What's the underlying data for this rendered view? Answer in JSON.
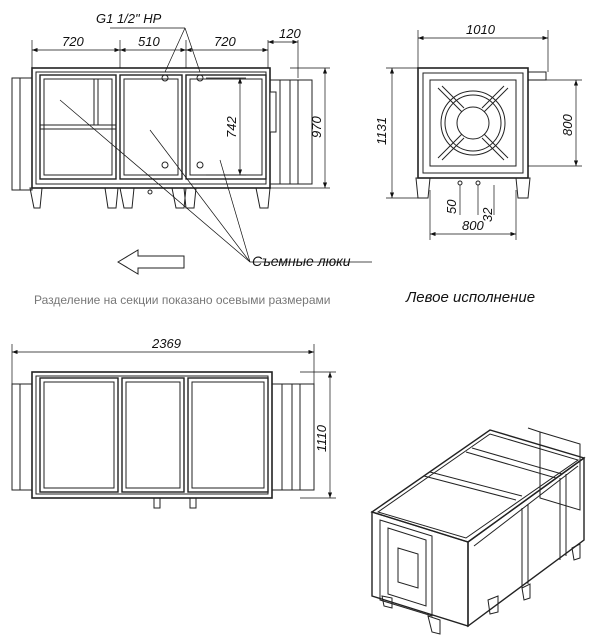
{
  "front_view": {
    "dims": {
      "w1": "720",
      "w2": "510",
      "w3": "720",
      "w4": "120",
      "h_total": "970",
      "h_inner": "742"
    },
    "pipe_label": "G1 1/2\" НР",
    "hatch_label": "Съемные люки"
  },
  "side_view": {
    "dims": {
      "width": "1010",
      "height": "1131",
      "inner": "800",
      "bottom": "800",
      "offset": "50",
      "dia": "32"
    }
  },
  "top_view": {
    "dims": {
      "length": "2369",
      "depth": "1110"
    }
  },
  "notes": {
    "sections_note": "Разделение на секции показано осевыми размерами",
    "variant": "Левое исполнение"
  }
}
